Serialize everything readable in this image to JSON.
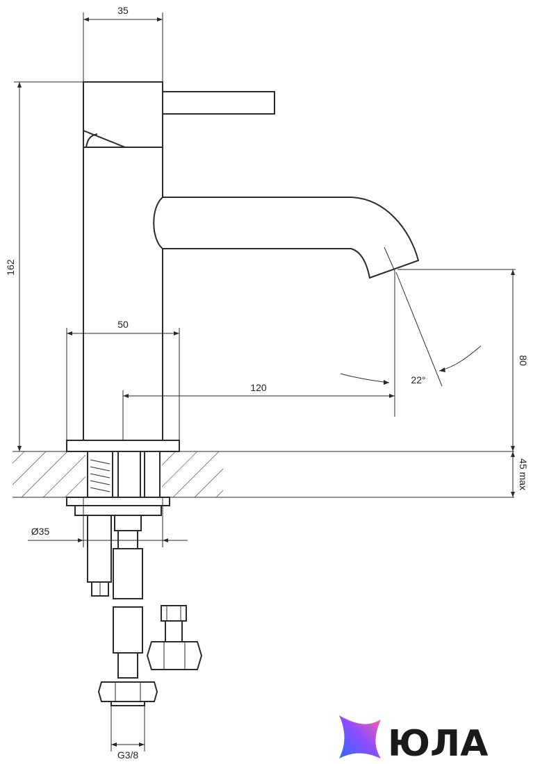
{
  "dimensions": {
    "body_width": "35",
    "total_height": "162",
    "base_width": "50",
    "spout_reach": "120",
    "spout_height": "80",
    "spray_angle": "22°",
    "mount_thickness": "45 max",
    "hole_diameter": "Ø35",
    "thread": "G3/8"
  },
  "brand": {
    "name": "ЮЛА",
    "colors": {
      "gradient_start": "#2f6bff",
      "gradient_mid": "#8a4dff",
      "gradient_end": "#ff5fa2"
    }
  }
}
